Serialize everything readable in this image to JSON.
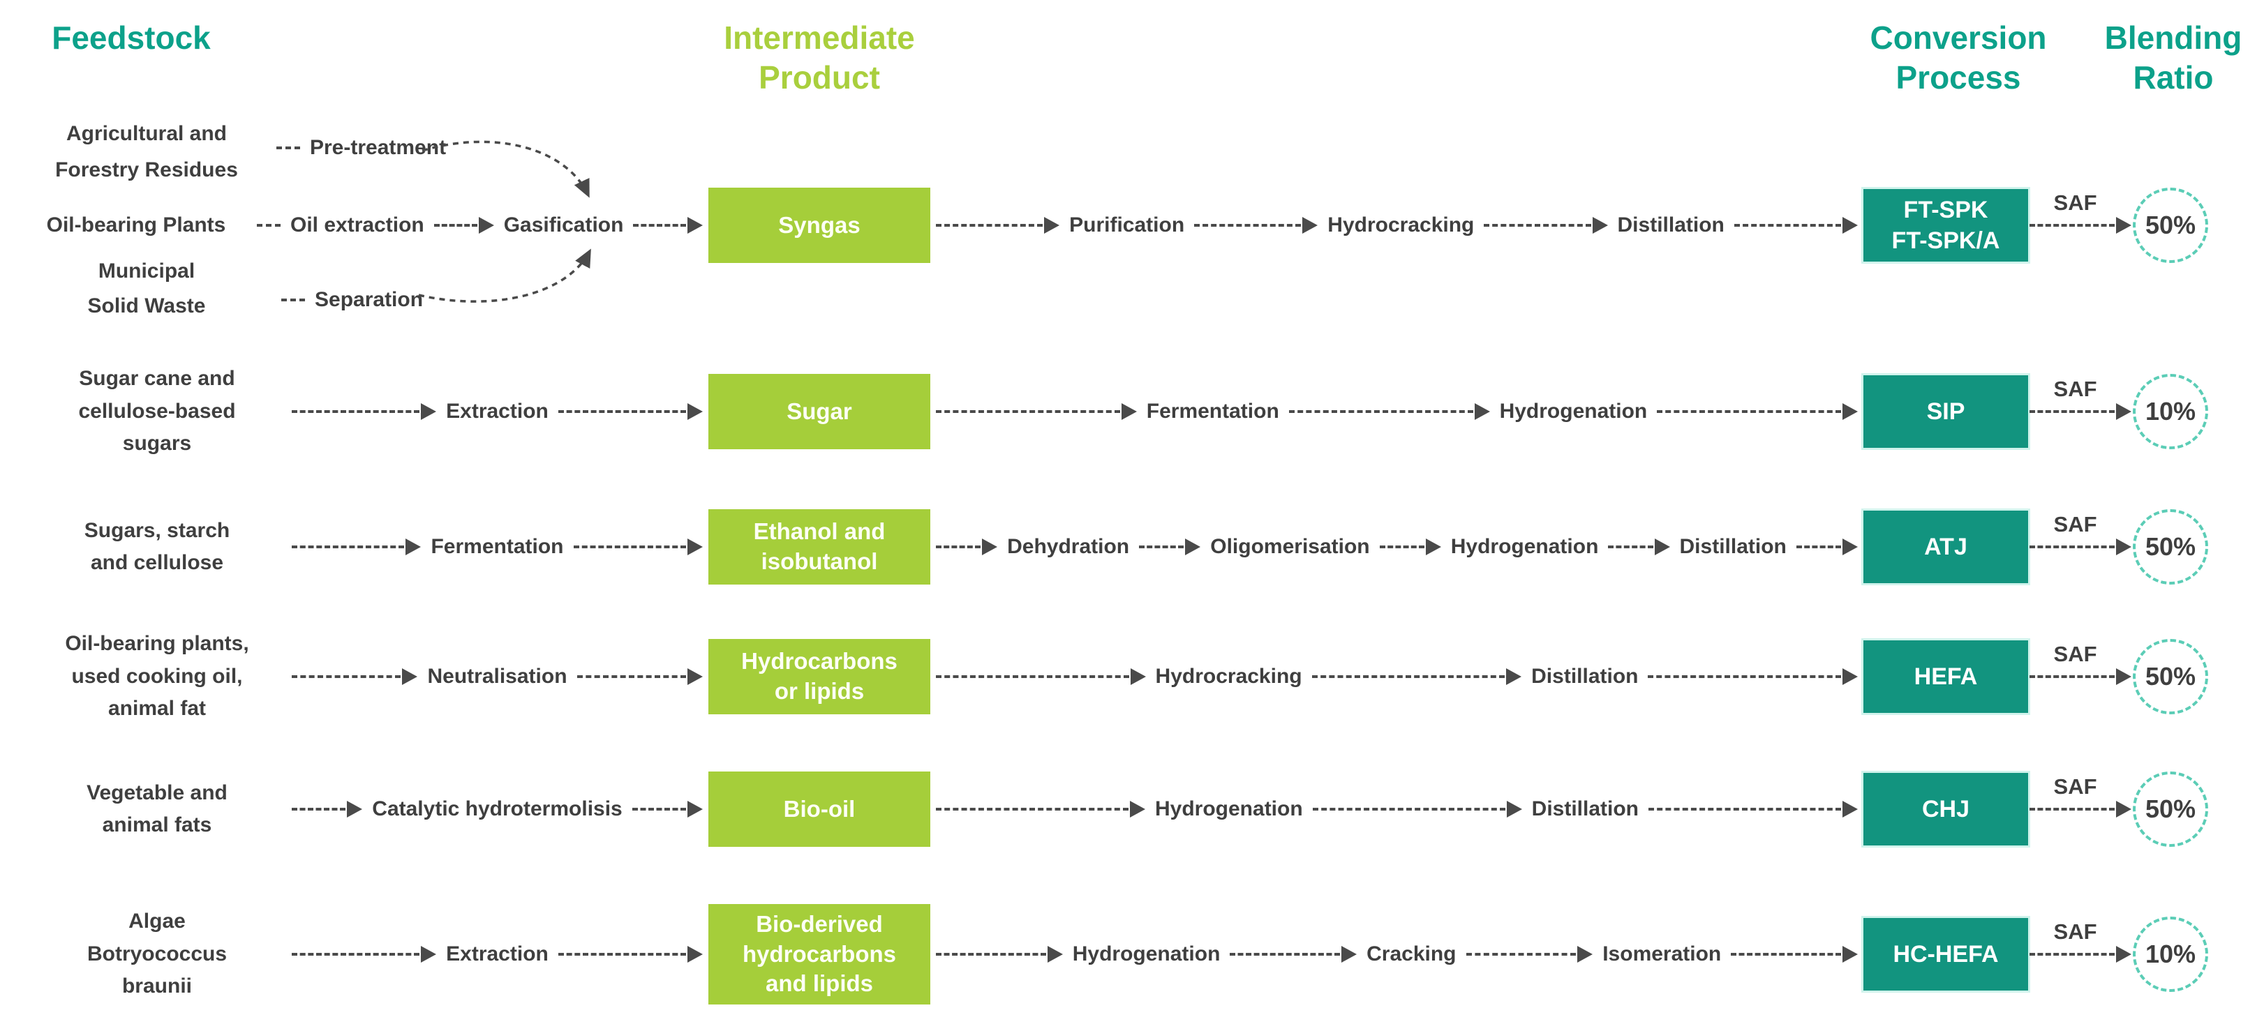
{
  "colors": {
    "header_teal": "#0CA18A",
    "header_green": "#A9CF3D",
    "intermediate_box_green": "#A5CE3A",
    "conversion_box_teal": "#12947F",
    "label_gray": "#3F3F3F",
    "arrow_gray": "#4A4A4A",
    "blending_circle_border": "#5BCDB6"
  },
  "headers": {
    "feedstock": "Feedstock",
    "intermediate_product": "Intermediate Product",
    "conversion_process": "Conversion Process",
    "blending_ratio": "Blending Ratio"
  },
  "row1": {
    "feedstock_top": {
      "lines": [
        "Agricultural and",
        "Forestry Residues"
      ],
      "process": "Pre-treatment"
    },
    "feedstock_middle": {
      "name": "Oil-bearing Plants",
      "process": "Oil extraction"
    },
    "feedstock_bottom": {
      "lines": [
        "Municipal",
        "Solid Waste"
      ],
      "process": "Separation"
    },
    "merge_step": "Gasification",
    "intermediate": [
      "Syngas"
    ],
    "post_steps": [
      "Purification",
      "Hydrocracking",
      "Distillation"
    ],
    "conversion": [
      "FT-SPK",
      "FT-SPK/A"
    ],
    "saf_label": "SAF",
    "blending_ratio": "50%"
  },
  "pathways": [
    {
      "feedstock": [
        "Sugar cane and",
        "cellulose-based",
        "sugars"
      ],
      "pre_step": "Extraction",
      "intermediate": [
        "Sugar"
      ],
      "post_steps": [
        "Fermentation",
        "Hydrogenation"
      ],
      "conversion": [
        "SIP"
      ],
      "saf_label": "SAF",
      "blending_ratio": "10%"
    },
    {
      "feedstock": [
        "Sugars, starch",
        "and cellulose"
      ],
      "pre_step": "Fermentation",
      "intermediate": [
        "Ethanol and",
        "isobutanol"
      ],
      "post_steps": [
        "Dehydration",
        "Oligomerisation",
        "Hydrogenation",
        "Distillation"
      ],
      "conversion": [
        "ATJ"
      ],
      "saf_label": "SAF",
      "blending_ratio": "50%"
    },
    {
      "feedstock": [
        "Oil-bearing plants,",
        "used cooking oil,",
        "animal fat"
      ],
      "pre_step": "Neutralisation",
      "intermediate": [
        "Hydrocarbons",
        "or lipids"
      ],
      "post_steps": [
        "Hydrocracking",
        "Distillation"
      ],
      "conversion": [
        "HEFA"
      ],
      "saf_label": "SAF",
      "blending_ratio": "50%"
    },
    {
      "feedstock": [
        "Vegetable and",
        "animal fats"
      ],
      "pre_step": "Catalytic hydrotermolisis",
      "intermediate": [
        "Bio-oil"
      ],
      "post_steps": [
        "Hydrogenation",
        "Distillation"
      ],
      "conversion": [
        "CHJ"
      ],
      "saf_label": "SAF",
      "blending_ratio": "50%"
    },
    {
      "feedstock": [
        "Algae",
        "Botryococcus",
        "braunii"
      ],
      "pre_step": "Extraction",
      "intermediate": [
        "Bio-derived",
        "hydrocarbons",
        "and lipids"
      ],
      "post_steps": [
        "Hydrogenation",
        "Cracking",
        "Isomeration"
      ],
      "conversion": [
        "HC-HEFA"
      ],
      "saf_label": "SAF",
      "blending_ratio": "10%"
    }
  ]
}
